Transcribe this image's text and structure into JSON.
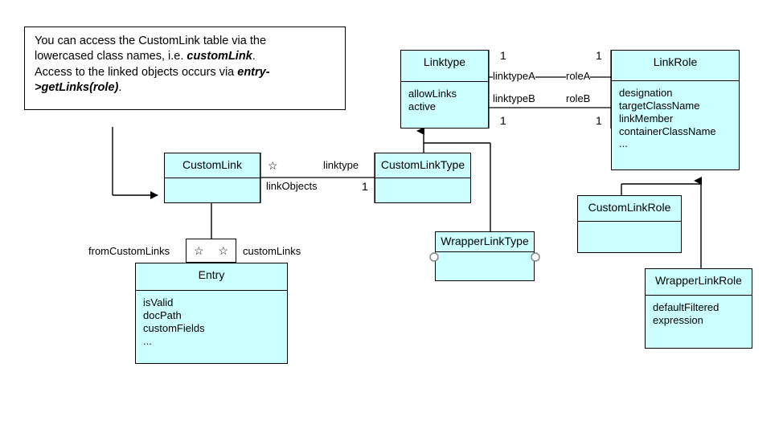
{
  "diagram": {
    "type": "uml-class-diagram",
    "background": "#ffffff",
    "class_fill": "#ccffff",
    "line_color": "#000000"
  },
  "note": {
    "line1": "You can access the CustomLink table via the",
    "line2_a": "lowercased class names, i.e. ",
    "line2_em": "customLink",
    "line2_b": ".",
    "line3_a": "Access to the linked objects occurs via ",
    "line3_em": "entry-",
    "line4_em": ">getLinks(role)",
    "line4_b": "."
  },
  "classes": {
    "linktype": {
      "name": "Linktype",
      "attributes": [
        "allowLinks",
        "active"
      ]
    },
    "link_role": {
      "name": "LinkRole",
      "attributes": [
        "designation",
        "targetClassName",
        "linkMember",
        "containerClassName",
        "..."
      ]
    },
    "custom_link": {
      "name": "CustomLink",
      "attributes": []
    },
    "custom_link_type": {
      "name": "CustomLinkType",
      "attributes": []
    },
    "wrapper_link_type": {
      "name": "WrapperLinkType",
      "attributes": []
    },
    "custom_link_role": {
      "name": "CustomLinkRole",
      "attributes": []
    },
    "wrapper_link_role": {
      "name": "WrapperLinkRole",
      "attributes": [
        "defaultFiltered",
        "expression"
      ]
    },
    "entry": {
      "name": "Entry",
      "attributes": [
        "isValid",
        "docPath",
        "customFields",
        "..."
      ]
    }
  },
  "associations": {
    "linktype_linkrole_a": {
      "source_role": "linktypeA",
      "target_role": "roleA",
      "source_mult": "1",
      "target_mult": "1"
    },
    "linktype_linkrole_b": {
      "source_role": "linktypeB",
      "target_role": "roleB",
      "source_mult": "1",
      "target_mult": "1"
    },
    "customlink_customlinktype": {
      "source_mult": "☆",
      "source_role": "linkObjects",
      "target_role": "linktype",
      "target_mult": "1"
    },
    "customlink_entry": {
      "left_label": "fromCustomLinks",
      "left_mult": "☆",
      "right_mult": "☆",
      "right_label": "customLinks"
    }
  }
}
